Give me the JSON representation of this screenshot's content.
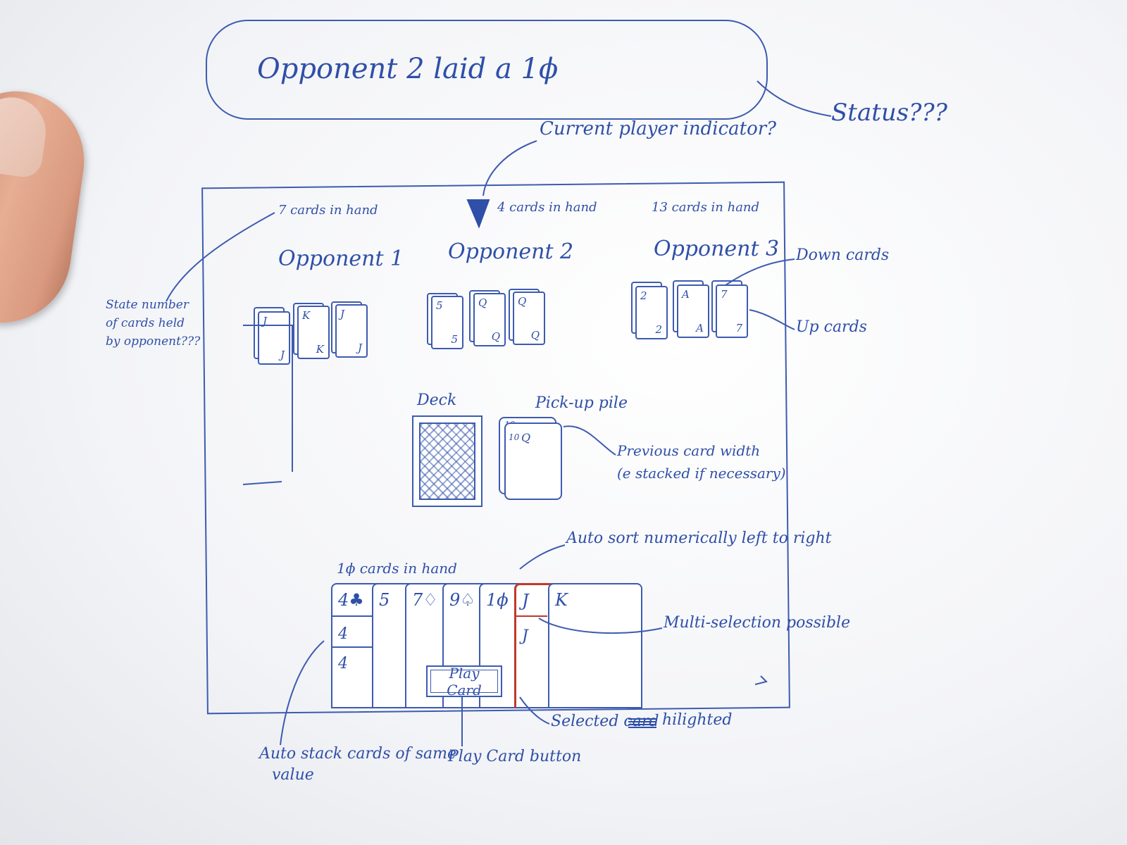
{
  "status": {
    "message": "Opponent 2 laid a 1ϕ",
    "label": "Status???"
  },
  "current_player": {
    "label": "Current player indicator?"
  },
  "opponents": [
    {
      "name": "Opponent 1",
      "cards_in_hand": "7 cards in hand",
      "up_cards": [
        {
          "rank": "J",
          "bottom": "J"
        },
        {
          "rank": "K",
          "bottom": "K"
        },
        {
          "rank": "J",
          "bottom": "J"
        }
      ]
    },
    {
      "name": "Opponent 2",
      "cards_in_hand": "4 cards in hand",
      "up_cards": [
        {
          "rank": "5",
          "bottom": "5"
        },
        {
          "rank": "Q",
          "bottom": "Q"
        },
        {
          "rank": "Q",
          "bottom": "Q"
        }
      ]
    },
    {
      "name": "Opponent 3",
      "cards_in_hand": "13 cards in hand",
      "up_cards": [
        {
          "rank": "2",
          "bottom": "2"
        },
        {
          "rank": "A",
          "bottom": "A"
        },
        {
          "rank": "7",
          "bottom": "7"
        }
      ]
    }
  ],
  "annotations": {
    "state_number": "State number of cards held by opponent???",
    "down_cards": "Down cards",
    "up_cards": "Up cards",
    "deck": "Deck",
    "pickup_pile": "Pick-up pile",
    "previous_card": "Previous card width",
    "previous_card_2": "(e stacked if necessary)",
    "auto_sort": "Auto sort numerically left to right",
    "multi_select": "Multi-selection possible",
    "selected_card": "Selected card",
    "hilighted": "hilighted",
    "auto_stack": "Auto stack cards of same",
    "auto_stack_2": "value",
    "play_card_button": "Play Card button"
  },
  "pickup_pile": {
    "top_left": "10",
    "second": "10",
    "face": "Q"
  },
  "player": {
    "cards_in_hand": "1ϕ cards in hand",
    "hand": [
      {
        "value": "4♣",
        "stacked": [
          "4",
          "4"
        ]
      },
      {
        "value": "5",
        "stacked": []
      },
      {
        "value": "7♢",
        "stacked": []
      },
      {
        "value": "9♤",
        "stacked": []
      },
      {
        "value": "1ϕ",
        "stacked": []
      },
      {
        "value": "J",
        "stacked": [
          "J"
        ],
        "selected": true
      },
      {
        "value": "K",
        "stacked": []
      }
    ],
    "play_button": "Play Card"
  },
  "colors": {
    "ink": "#2f4fa8",
    "selection": "#c0392b",
    "paper": "#ffffff"
  }
}
